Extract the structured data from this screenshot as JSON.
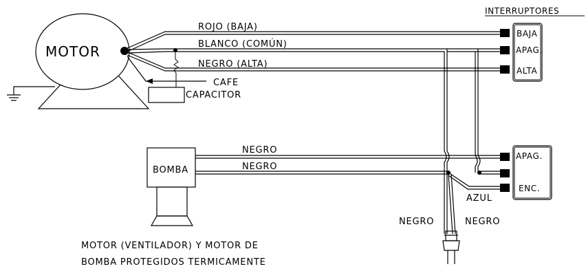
{
  "motor": {
    "label": "MOTOR"
  },
  "pump": {
    "label": "BOMBA"
  },
  "capacitor": {
    "label": "CAPACITOR"
  },
  "switches": {
    "heading": "INTERRUPTORES",
    "speed": [
      "BAJA",
      "APAG.",
      "ALTA"
    ],
    "pump": [
      "APAG.",
      "ENC."
    ]
  },
  "wires": {
    "red": "ROJO  (BAJA)",
    "white": "BLANCO  (COMÚN)",
    "black_high": "NEGRO  (ALTA)",
    "brown": "CAFE",
    "pump_top": "NEGRO",
    "pump_bottom": "NEGRO",
    "blue": "AZUL",
    "cord_left": "NEGRO",
    "cord_right": "NEGRO"
  },
  "note": {
    "line1": "MOTOR  (VENTILADOR)  Y  MOTOR  DE",
    "line2": "BOMBA  PROTEGIDOS  TERMICAMENTE"
  }
}
